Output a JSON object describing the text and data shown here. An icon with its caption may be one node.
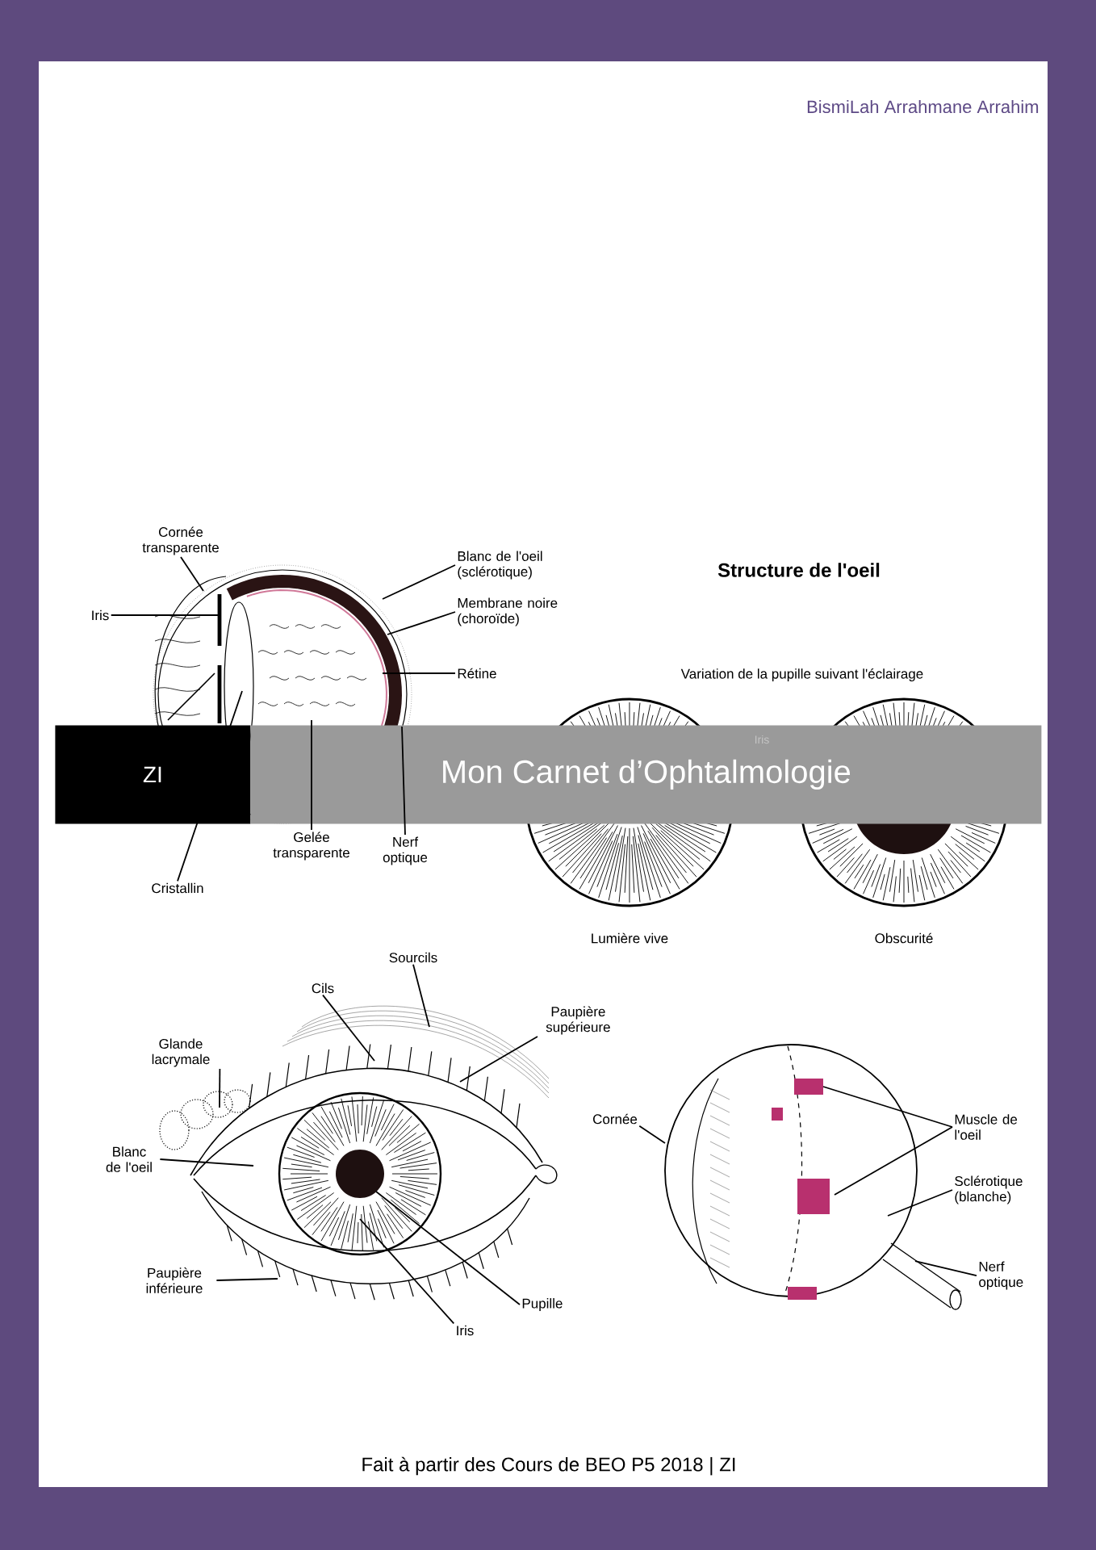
{
  "diagram": {
    "nodes": [
      {
        "text": [
          "Cornée transparente"
        ]
      },
      {
        "text": [
          "Iris"
        ]
      },
      {
        "text": [
          "Blanc de l'oeil (sclérotique)"
        ]
      },
      {
        "text": [
          "Membrane noire (choroïde)"
        ]
      },
      {
        "text": [
          "Rétine"
        ]
      },
      {
        "text": [
          "Cristallin"
        ]
      },
      {
        "text": [
          "Gelée transparente"
        ]
      },
      {
        "text": [
          "Nerf optique"
        ]
      },
      {
        "text": [
          "Sourcils"
        ]
      },
      {
        "text": [
          "Cils"
        ]
      },
      {
        "text": [
          "Glande lacrymale"
        ]
      },
      {
        "text": [
          "Paupière supérieure"
        ]
      },
      {
        "text": [
          "Blanc de l'oeil"
        ]
      },
      {
        "text": [
          "Paupière inférieure"
        ]
      },
      {
        "text": [
          "Pupille"
        ]
      },
      {
        "text": [
          "Iris"
        ]
      },
      {
        "text": [
          "Cornée"
        ]
      },
      {
        "text": [
          "Muscle de l'oeil"
        ]
      },
      {
        "text": [
          "Sclérotique (blanche)"
        ]
      },
      {
        "text": [
          "Nerf optique"
        ]
      },
      {
        "text": [
          "ZI"
        ]
      },
      {
        "text": [
          "Mon Carnet d’Ophtalmologie"
        ]
      },
      {
        "text": [],
        "shape": "picture"
      },
      {
        "text": [],
        "shape": "picture"
      },
      {
        "text": [],
        "shape": "picture"
      }
    ],
    "edges": [
      {
        "from": 0,
        "to": 22,
        "arrow": "none"
      },
      {
        "from": 1,
        "to": 22,
        "arrow": "none"
      },
      {
        "from": 2,
        "to": 22,
        "arrow": "none"
      },
      {
        "from": 3,
        "to": 22,
        "arrow": "none"
      },
      {
        "from": 4,
        "to": 22,
        "arrow": "none"
      },
      {
        "from": 5,
        "to": 22,
        "arrow": "none"
      },
      {
        "from": 6,
        "to": 22,
        "arrow": "none"
      },
      {
        "from": 7,
        "to": 22,
        "arrow": "none"
      },
      {
        "from": 8,
        "to": 23,
        "arrow": "none"
      },
      {
        "from": 9,
        "to": 23,
        "arrow": "none"
      },
      {
        "from": 10,
        "to": 23,
        "arrow": "none"
      },
      {
        "from": 11,
        "to": 23,
        "arrow": "none"
      },
      {
        "from": 12,
        "to": 23,
        "arrow": "none"
      },
      {
        "from": 13,
        "to": 23,
        "arrow": "none"
      },
      {
        "from": 14,
        "to": 23,
        "arrow": "none"
      },
      {
        "from": 15,
        "to": 23,
        "arrow": "none"
      },
      {
        "from": 16,
        "to": 24,
        "arrow": "none"
      },
      {
        "from": 17,
        "to": 24,
        "arrow": "none"
      },
      {
        "from": 17,
        "to": 24,
        "arrow": "none"
      },
      {
        "from": 18,
        "to": 24,
        "arrow": "none"
      },
      {
        "from": 19,
        "to": 24,
        "arrow": "none"
      }
    ],
    "labels": [
      "BismiLah Arrahmane Arrahim",
      "Structure de l'oeil",
      "Variation de la pupille suivant l'éclairage",
      "Iris",
      "Lumière vive",
      "Obscurité",
      "Fait à partir des Cours de BEO P5 2018 | ZI"
    ]
  }
}
